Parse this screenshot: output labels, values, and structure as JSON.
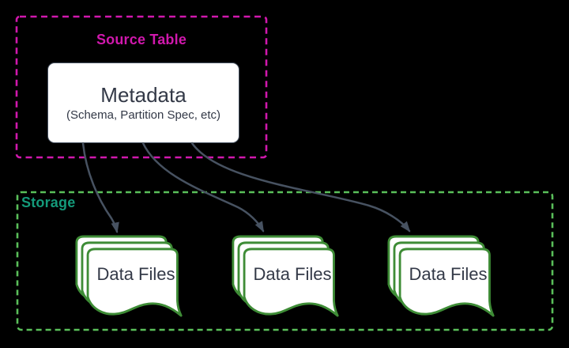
{
  "source_table": {
    "label": "Source Table",
    "metadata": {
      "title": "Metadata",
      "subtitle": "(Schema, Partition Spec, etc)"
    }
  },
  "storage": {
    "label": "Storage",
    "data_files": [
      {
        "label": "Data Files"
      },
      {
        "label": "Data Files"
      },
      {
        "label": "Data Files"
      }
    ]
  },
  "edges": [
    {
      "from": "Metadata",
      "to": "Data Files 1"
    },
    {
      "from": "Metadata",
      "to": "Data Files 2"
    },
    {
      "from": "Metadata",
      "to": "Data Files 3"
    }
  ],
  "colors": {
    "background": "#000000",
    "source_border": "#d118ad",
    "source_label": "#d118ad",
    "storage_border": "#5abf5a",
    "storage_label": "#149a7a",
    "document_stroke": "#3e8c36",
    "arrow": "#475261",
    "text": "#333947",
    "card_background": "#ffffff"
  }
}
